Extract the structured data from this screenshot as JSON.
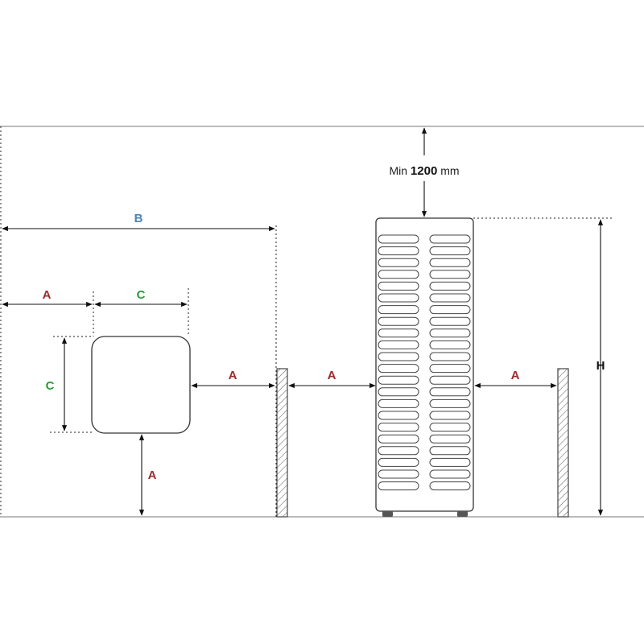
{
  "labels": {
    "a": "A",
    "b": "B",
    "c": "C",
    "h": "H"
  },
  "clearance": {
    "prefix": "Min",
    "value": "1200",
    "unit": "mm"
  },
  "colors": {
    "a": "#9e2a2b",
    "b": "#4a86b4",
    "c": "#2f9a3c",
    "h": "#111111"
  }
}
